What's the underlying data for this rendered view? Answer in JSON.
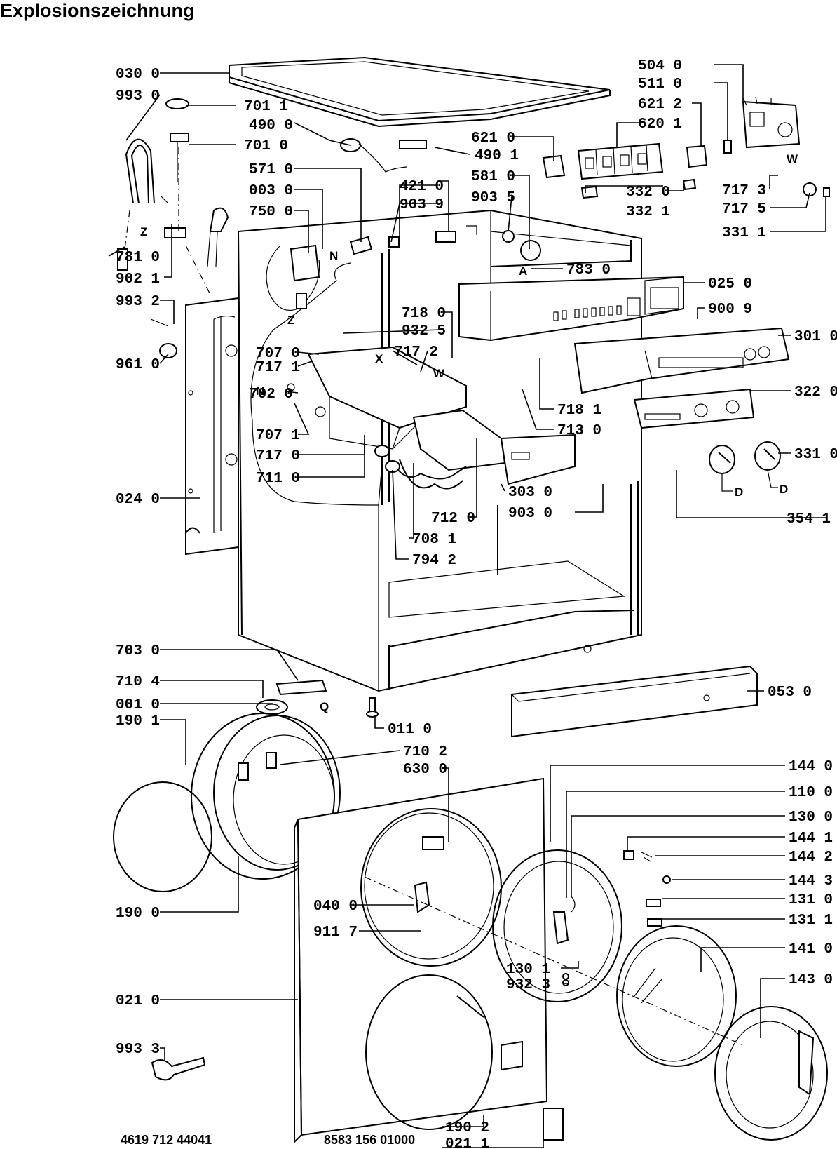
{
  "title": "Explosionszeichnung",
  "footer": {
    "code_left": "4619 712 44041",
    "code_right": "8583 156 01000"
  },
  "letters": [
    "Z",
    "Z",
    "N",
    "N",
    "A",
    "X",
    "W",
    "W",
    "Q",
    "D",
    "D"
  ],
  "parts": [
    "030 0",
    "993 0",
    "701 1",
    "490 0",
    "701 0",
    "571 0",
    "003 0",
    "750 0",
    "781 0",
    "902 1",
    "993 2",
    "961 0",
    "707 0",
    "717 1",
    "702 0",
    "707 1",
    "717 0",
    "711 0",
    "024 0",
    "001 0",
    "703 0",
    "710 4",
    "190 1",
    "190 0",
    "040 0",
    "911 7",
    "021 0",
    "993 3",
    "490 1",
    "421 0",
    "903 9",
    "621 0",
    "581 0",
    "903 5",
    "504 0",
    "511 0",
    "621 2",
    "620 1",
    "332 0",
    "332 1",
    "717 3",
    "717 5",
    "331 1",
    "783 0",
    "025 0",
    "900 9",
    "718 0",
    "932 5",
    "717 2",
    "301 0",
    "322 0",
    "718 1",
    "713 0",
    "331 0",
    "354 1",
    "303 0",
    "903 0",
    "712 0",
    "708 1",
    "794 2",
    "053 0",
    "011 0",
    "710 2",
    "630 0",
    "144 0",
    "110 0",
    "130 0",
    "144 1",
    "144 2",
    "144 3",
    "131 0",
    "131 1",
    "130 1",
    "932 3",
    "141 0",
    "143 0",
    "190 2",
    "021 1"
  ]
}
